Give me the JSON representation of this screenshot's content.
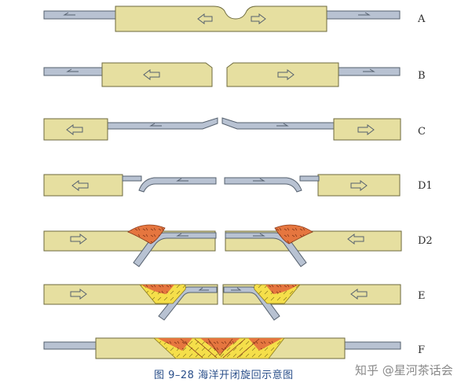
{
  "stages": [
    {
      "label": "A"
    },
    {
      "label": "B"
    },
    {
      "label": "C"
    },
    {
      "label": "D1"
    },
    {
      "label": "D2"
    },
    {
      "label": "E"
    },
    {
      "label": "F"
    }
  ],
  "caption": "图 9–28   海洋开闭旋回示意图",
  "watermark": "知乎 @星河茶话会",
  "colors": {
    "continent": "#e6dfa0",
    "continent_edge": "#6d6a3e",
    "oceanic_plate": "#b8c2d2",
    "oceanic_edge": "#55606e",
    "volcanic_arc": "#e5763f",
    "orogen_yellow": "#f5df4a",
    "caption": "#2a4f8a"
  }
}
